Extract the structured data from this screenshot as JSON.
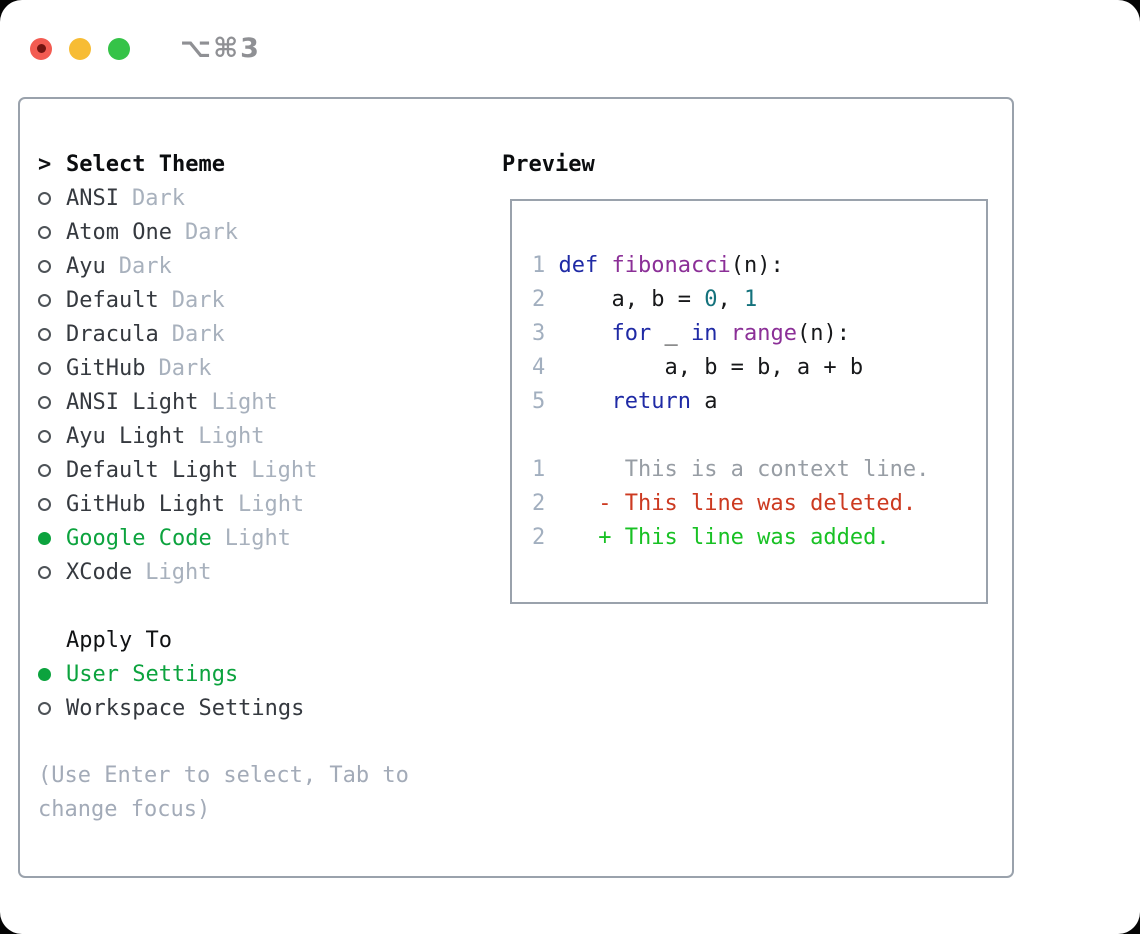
{
  "titlebar": {
    "shortcut": "⌥⌘3"
  },
  "theme_panel": {
    "header_prefix": ">",
    "header": "Select Theme",
    "items": [
      {
        "label": "ANSI",
        "tag": "Dark",
        "selected": false
      },
      {
        "label": "Atom One",
        "tag": "Dark",
        "selected": false
      },
      {
        "label": "Ayu",
        "tag": "Dark",
        "selected": false
      },
      {
        "label": "Default",
        "tag": "Dark",
        "selected": false
      },
      {
        "label": "Dracula",
        "tag": "Dark",
        "selected": false
      },
      {
        "label": "GitHub",
        "tag": "Dark",
        "selected": false
      },
      {
        "label": "ANSI Light",
        "tag": "Light",
        "selected": false
      },
      {
        "label": "Ayu Light",
        "tag": "Light",
        "selected": false
      },
      {
        "label": "Default Light",
        "tag": "Light",
        "selected": false
      },
      {
        "label": "GitHub Light",
        "tag": "Light",
        "selected": false
      },
      {
        "label": "Google Code",
        "tag": "Light",
        "selected": true
      },
      {
        "label": "XCode",
        "tag": "Light",
        "selected": false
      }
    ],
    "apply_to": {
      "header": "Apply To",
      "options": [
        {
          "label": "User Settings",
          "selected": true
        },
        {
          "label": "Workspace Settings",
          "selected": false
        }
      ]
    },
    "hint": "(Use Enter to select, Tab to change focus)"
  },
  "preview": {
    "title": "Preview",
    "code_lines": [
      {
        "num": "1",
        "tokens": [
          {
            "t": "def",
            "c": "kw"
          },
          {
            "t": " ",
            "c": "plain"
          },
          {
            "t": "fibonacci",
            "c": "fn"
          },
          {
            "t": "(n):",
            "c": "plain"
          }
        ]
      },
      {
        "num": "2",
        "tokens": [
          {
            "t": "    a, b = ",
            "c": "plain"
          },
          {
            "t": "0",
            "c": "num"
          },
          {
            "t": ", ",
            "c": "plain"
          },
          {
            "t": "1",
            "c": "num"
          }
        ]
      },
      {
        "num": "3",
        "tokens": [
          {
            "t": "    ",
            "c": "plain"
          },
          {
            "t": "for",
            "c": "kw"
          },
          {
            "t": " _ ",
            "c": "plain"
          },
          {
            "t": "in",
            "c": "kw"
          },
          {
            "t": " ",
            "c": "plain"
          },
          {
            "t": "range",
            "c": "fn"
          },
          {
            "t": "(n):",
            "c": "plain"
          }
        ]
      },
      {
        "num": "4",
        "tokens": [
          {
            "t": "        a, b = b, a + b",
            "c": "plain"
          }
        ]
      },
      {
        "num": "5",
        "tokens": [
          {
            "t": "    ",
            "c": "plain"
          },
          {
            "t": "return",
            "c": "kw"
          },
          {
            "t": " a",
            "c": "plain"
          }
        ]
      }
    ],
    "diff_lines": [
      {
        "num": "1",
        "text": "     This is a context line.",
        "type": "ctx"
      },
      {
        "num": "2",
        "text": "   - This line was deleted.",
        "type": "del"
      },
      {
        "num": "2",
        "text": "   + This line was added.",
        "type": "add"
      }
    ]
  },
  "colors": {
    "accent": "#0ca33e",
    "keyword": "#1f2aa5",
    "function": "#8b2f97",
    "number": "#14727c",
    "gutter": "#a2afbf",
    "context": "#979da4",
    "deleted": "#cc3a21",
    "added": "#18c124"
  }
}
